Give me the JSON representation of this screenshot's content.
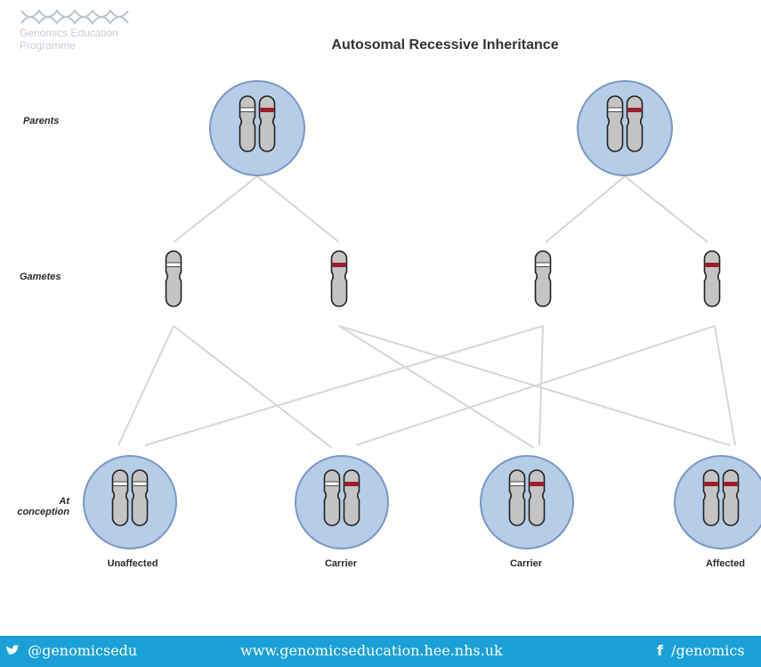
{
  "logo": {
    "line1": "Genomics Education",
    "line2": "Programme"
  },
  "title": "Autosomal Recessive Inheritance",
  "row_labels": {
    "parents": "Parents",
    "gametes": "Gametes",
    "conception_line1": "At",
    "conception_line2": "conception"
  },
  "outcomes": [
    "Unaffected",
    "Carrier",
    "Carrier",
    "Affected"
  ],
  "colors": {
    "circle_fill": "#b5cde6",
    "circle_stroke": "#7a98c4",
    "chromosome": "#c4c4c4",
    "chromosome_outline": "#222222",
    "mutant_band": "#a01c2a",
    "connector": "#d6d6d6",
    "footer": "#1aa0d6"
  },
  "footer": {
    "twitter": "@genomicsedu",
    "website": "www.genomicseducation.hee.nhs.uk",
    "facebook": "/genomics"
  }
}
